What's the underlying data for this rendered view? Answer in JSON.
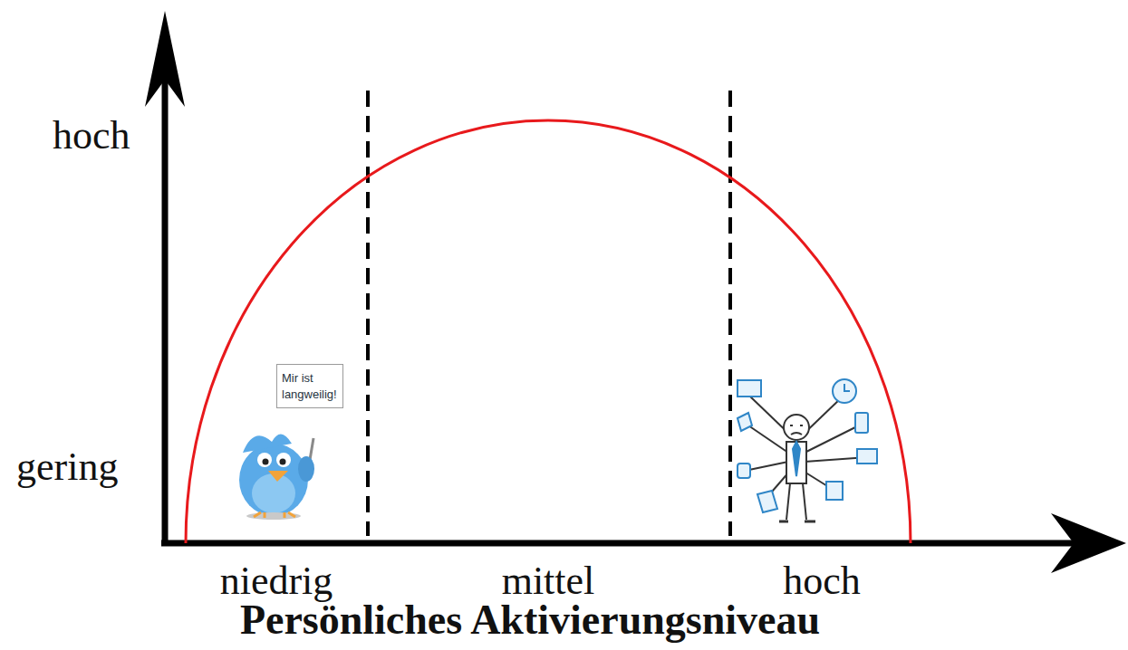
{
  "diagram": {
    "nodes": [
      {
        "text": [
          "Mir ist langweilig!"
        ]
      }
    ],
    "labels": [
      "hoch",
      "gering",
      "niedrig",
      "mittel",
      "hoch",
      "Persönliches Aktivierungsniveau"
    ]
  }
}
